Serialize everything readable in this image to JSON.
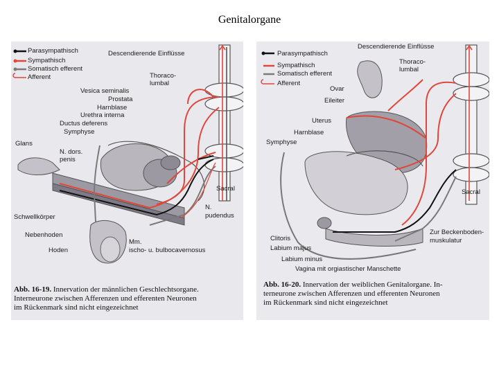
{
  "page": {
    "title": "Genitalorgane"
  },
  "colors": {
    "sympathetic": "#e0463a",
    "parasympathetic": "#111111",
    "somatic": "#7a7a7a",
    "afferent": "#e0463a",
    "organ_fill": "#b9b6bd",
    "bg": "#e9e8ec"
  },
  "left": {
    "legend": {
      "para": "Parasympathisch",
      "sym": "Sympathisch",
      "som": "Somatisch efferent",
      "aff": "Afferent"
    },
    "labels": {
      "descending": "Descendierende Einflüsse",
      "thoraco": "Thoraco-",
      "lumbal": "lumbal",
      "vesica": "Vesica seminalis",
      "prostata": "Prostata",
      "harnblase": "Harnblase",
      "urethra": "Urethra interna",
      "ductus": "Ductus deferens",
      "symphyse": "Symphyse",
      "glans": "Glans",
      "ndors": "N. dors.",
      "penis": "penis",
      "sacral": "Sacral",
      "schwell": "Schwellkörper",
      "npud": "N.",
      "pudendus": "pudendus",
      "nebenhoden": "Nebenhoden",
      "mm": "Mm.",
      "ischo": "ischo- u. bulbocavernosus",
      "hoden": "Hoden"
    },
    "caption": {
      "abb": "Abb. 16-19.",
      "line1": "Innervation der männlichen Geschlechtsorgane.",
      "line2": "Interneurone zwischen Afferenzen und efferenten Neuronen",
      "line3": "im Rückenmark sind nicht eingezeichnet"
    }
  },
  "right": {
    "legend": {
      "para": "Parasympathisch",
      "sym": "Sympathisch",
      "som": "Somatisch efferent",
      "aff": "Afferent"
    },
    "labels": {
      "descending": "Descendierende Einflüsse",
      "thoraco": "Thoraco-",
      "lumbal": "lumbal",
      "ovar": "Ovar",
      "eileiter": "Eileiter",
      "uterus": "Uterus",
      "harnblase": "Harnblase",
      "symphyse": "Symphyse",
      "sacral": "Sacral",
      "clitoris": "Clitoris",
      "labium_majus": "Labium majus",
      "labium_minus": "Labium minus",
      "vagina": "Vagina mit orgiastischer Manschette",
      "becken1": "Zur Beckenboden-",
      "becken2": "muskulatur"
    },
    "caption": {
      "abb": "Abb. 16-20.",
      "line1": "Innervation der weiblichen Genitalorgane. In-",
      "line2": "terneurone zwischen Afferenzen und efferenten Neuronen",
      "line3": "im Rückenmark sind nicht eingezeichnet"
    }
  }
}
